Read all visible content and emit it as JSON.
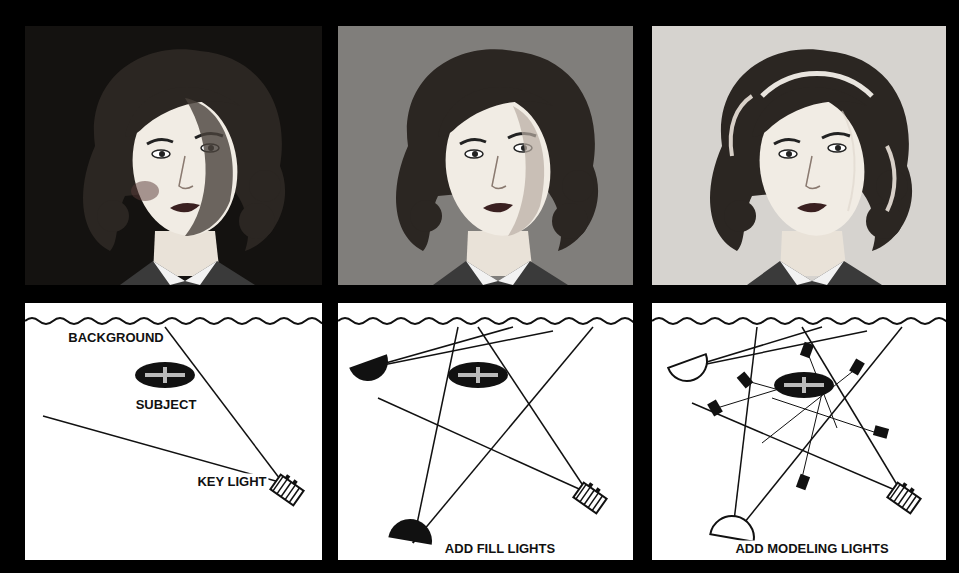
{
  "diagram": {
    "labels": [
      "BACKGROUND",
      "SUBJECT",
      "KEY LIGHT",
      "ADD FILL LIGHTS",
      "ADD MODELING LIGHTS"
    ]
  }
}
